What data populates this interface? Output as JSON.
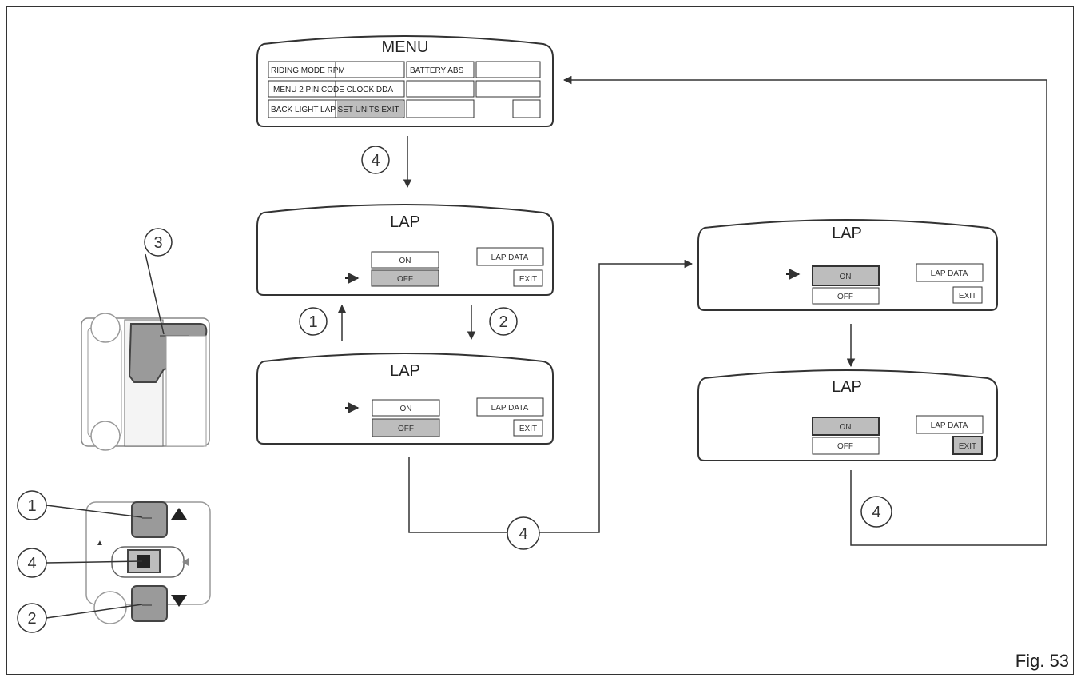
{
  "figure_label": "Fig. 53",
  "menu": {
    "title": "MENU",
    "cells": [
      "RIDING MODE RPM",
      "BATTERY ABS",
      "MENU 2 PIN CODE CLOCK DDA",
      "BACK LIGHT LAP SET UNITS EXIT"
    ]
  },
  "screens": {
    "title": "LAP",
    "on_label": "ON",
    "off_label": "OFF",
    "lap_data_label": "LAP DATA",
    "exit_label": "EXIT"
  },
  "callouts": [
    "1",
    "2",
    "3",
    "4"
  ],
  "colors": {
    "highlight": "#bdbdbd",
    "line": "#333333"
  }
}
